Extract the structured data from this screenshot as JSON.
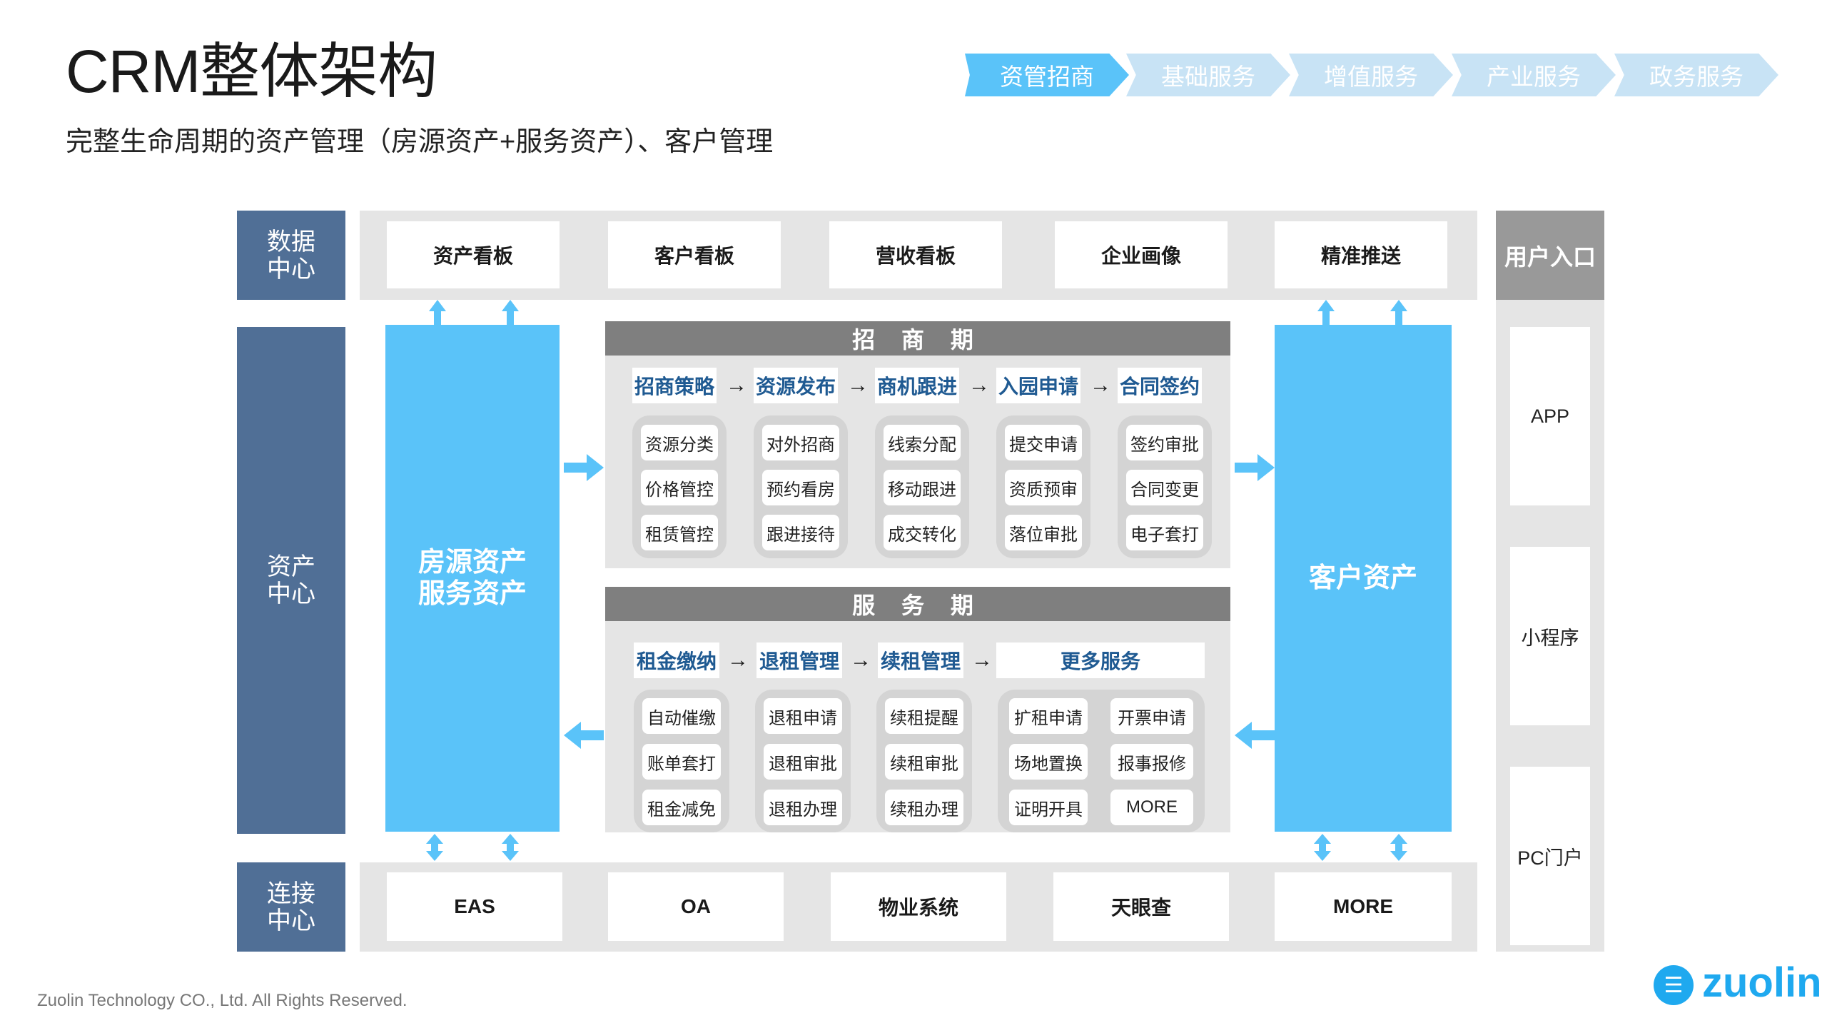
{
  "title": "CRM整体架构",
  "subtitle": "完整生命周期的资产管理（房源资产+服务资产）、客户管理",
  "tabs": [
    {
      "label": "资管招商",
      "active": true
    },
    {
      "label": "基础服务",
      "active": false
    },
    {
      "label": "增值服务",
      "active": false
    },
    {
      "label": "产业服务",
      "active": false
    },
    {
      "label": "政务服务",
      "active": false
    }
  ],
  "data_center": {
    "label": "数据中心",
    "boards": [
      "资产看板",
      "客户看板",
      "营收看板",
      "企业画像",
      "精准推送"
    ]
  },
  "asset_center": {
    "label": "资产中心",
    "left_block": [
      "房源资产",
      "服务资产"
    ],
    "right_block": "客户资产"
  },
  "recruit_phase": {
    "title": "招 商 期",
    "arrow": "→",
    "steps": [
      "招商策略",
      "资源发布",
      "商机跟进",
      "入园申请",
      "合同签约"
    ],
    "groups": [
      [
        "资源分类",
        "价格管控",
        "租赁管控"
      ],
      [
        "对外招商",
        "预约看房",
        "跟进接待"
      ],
      [
        "线索分配",
        "移动跟进",
        "成交转化"
      ],
      [
        "提交申请",
        "资质预审",
        "落位审批"
      ],
      [
        "签约审批",
        "合同变更",
        "电子套打"
      ]
    ]
  },
  "service_phase": {
    "title": "服 务 期",
    "arrow": "→",
    "steps": [
      "租金缴纳",
      "退租管理",
      "续租管理",
      "更多服务"
    ],
    "groups": [
      [
        "自动催缴",
        "账单套打",
        "租金减免"
      ],
      [
        "退租申请",
        "退租审批",
        "退租办理"
      ],
      [
        "续租提醒",
        "续租审批",
        "续租办理"
      ]
    ],
    "more_group": [
      "扩租申请",
      "开票申请",
      "场地置换",
      "报事报修",
      "证明开具",
      "MORE"
    ]
  },
  "connect_center": {
    "label": "连接中心",
    "systems": [
      "EAS",
      "OA",
      "物业系统",
      "天眼查",
      "MORE"
    ]
  },
  "user_entry": {
    "title": "用户入口",
    "items": [
      "APP",
      "小程序",
      "PC门户"
    ]
  },
  "footer": "Zuolin Technology CO., Ltd. All Rights Reserved.",
  "logo": "zuolin",
  "colors": {
    "accent_blue": "#5ac3f9",
    "side_label": "#506f96",
    "step_text": "#1f5a92",
    "phase_header": "#7f7f7f"
  }
}
